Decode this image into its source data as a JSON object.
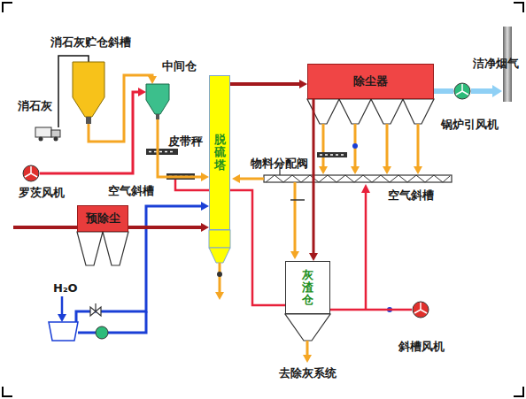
{
  "diagram": {
    "nodes": [
      {
        "text": [
          "消石灰贮仓斜槽"
        ]
      },
      {
        "text": [
          "中间仓"
        ]
      },
      {
        "text": [
          "除尘器"
        ]
      },
      {
        "text": [
          "锅炉引风机"
        ]
      },
      {
        "text": [
          "罗茨风机"
        ]
      },
      {
        "text": [
          "脱硫塔"
        ]
      },
      {
        "text": [
          "预除尘"
        ]
      },
      {
        "text": [
          "灰渣仓"
        ]
      },
      {
        "text": [
          "斜槽风机"
        ]
      }
    ],
    "edges": [
      {
        "from": 0,
        "to": 1,
        "arrow": "to"
      },
      {
        "from": 1,
        "to": 5,
        "arrow": "to"
      },
      {
        "from": 4,
        "to": 1,
        "arrow": "to"
      },
      {
        "from": 5,
        "to": 2,
        "arrow": "to"
      },
      {
        "from": 2,
        "to": 3,
        "arrow": "none"
      },
      {
        "from": 6,
        "to": 5,
        "arrow": "to"
      },
      {
        "from": 2,
        "to": 7,
        "arrow": "to"
      },
      {
        "from": 5,
        "to": 7,
        "arrow": "none"
      },
      {
        "from": 8,
        "to": 7,
        "arrow": "none"
      }
    ],
    "labels": [
      "消石灰",
      "皮带秤",
      "空气斜槽",
      "物料分配阀",
      "洁净烟气",
      "空气斜槽",
      "H₂O",
      "去除灰系统"
    ]
  }
}
